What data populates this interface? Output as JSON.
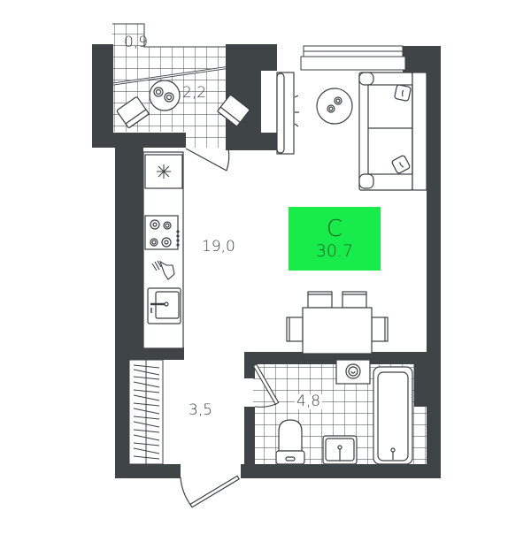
{
  "plan": {
    "apartment_type": "C",
    "total_area": "30.7",
    "badge_color": "#18ec4a",
    "wall_color": "#3f4547",
    "rooms": [
      {
        "id": "balcony-outer",
        "area": "0,9"
      },
      {
        "id": "balcony",
        "area": "2,2"
      },
      {
        "id": "studio",
        "area": "19,0"
      },
      {
        "id": "hallway",
        "area": "3,5"
      },
      {
        "id": "bathroom",
        "area": "4,8"
      }
    ],
    "icons": [
      "fridge-icon",
      "stove-icon",
      "dishwasher-icon",
      "sink-icon",
      "armchair-icon",
      "round-table-icon",
      "sofa-icon",
      "tv-stand-icon",
      "dining-table-icon",
      "toilet-icon",
      "washbasin-icon",
      "bathtub-icon",
      "washing-machine-icon",
      "wardrobe-icon",
      "door-icon"
    ]
  }
}
